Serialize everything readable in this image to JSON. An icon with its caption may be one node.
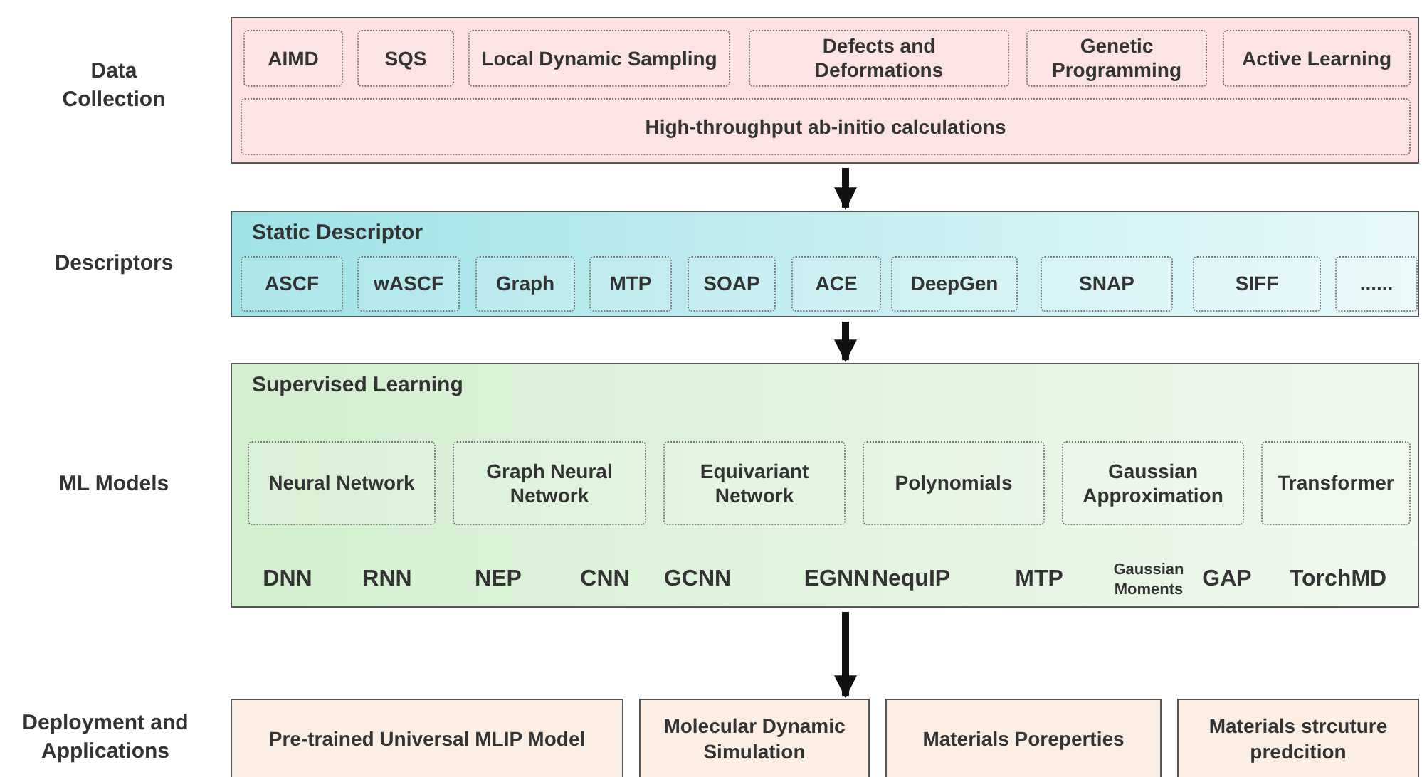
{
  "diagram": {
    "nodes": [
      {
        "text": [],
        "shape": "box"
      },
      {
        "text": [
          "AIMD"
        ],
        "in": 0
      },
      {
        "text": [
          "SQS"
        ],
        "in": 0
      },
      {
        "text": [
          "Local Dynamic Sampling"
        ],
        "in": 0
      },
      {
        "text": [
          "Defects and Deformations"
        ],
        "in": 0
      },
      {
        "text": [
          "Genetic Programming"
        ],
        "in": 0
      },
      {
        "text": [
          "Active Learning"
        ],
        "in": 0
      },
      {
        "text": [
          "High-throughput ab-initio calculations"
        ],
        "in": 0
      },
      {
        "text": [
          "Static Descriptor"
        ]
      },
      {
        "text": [
          "ASCF"
        ],
        "in": 8
      },
      {
        "text": [
          "wASCF"
        ],
        "in": 8
      },
      {
        "text": [
          "Graph"
        ],
        "in": 8
      },
      {
        "text": [
          "MTP"
        ],
        "in": 8
      },
      {
        "text": [
          "SOAP"
        ],
        "in": 8
      },
      {
        "text": [
          "ACE"
        ],
        "in": 8
      },
      {
        "text": [
          "DeepGen"
        ],
        "in": 8
      },
      {
        "text": [
          "SNAP"
        ],
        "in": 8
      },
      {
        "text": [
          "SIFF"
        ],
        "in": 8
      },
      {
        "text": [
          "......"
        ],
        "in": 8
      },
      {
        "text": [
          "Supervised Learning"
        ]
      },
      {
        "text": [
          "Neural Network"
        ],
        "in": 19
      },
      {
        "text": [
          "Graph Neural Network"
        ],
        "in": 19
      },
      {
        "text": [
          "Equivariant Network"
        ],
        "in": 19
      },
      {
        "text": [
          "Polynomials"
        ],
        "in": 19
      },
      {
        "text": [
          "Gaussian Approximation"
        ],
        "in": 19
      },
      {
        "text": [
          "Transformer"
        ],
        "in": 19
      },
      {
        "text": [
          "Pre-trained  Universal MLIP Model"
        ]
      },
      {
        "text": [
          "Molecular Dynamic Simulation"
        ]
      },
      {
        "text": [
          "Materials Poreperties"
        ]
      },
      {
        "text": [
          "Materials strcuture predcition"
        ]
      }
    ],
    "edges": [
      {
        "from": 0,
        "to": 8,
        "arrow": "to"
      },
      {
        "from": 8,
        "to": 19,
        "arrow": "to"
      },
      {
        "from": 19,
        "to": 27,
        "arrow": "to"
      }
    ],
    "labels": [
      "Data Collection",
      "Descriptors",
      "ML Models",
      "DNN",
      "RNN",
      "NEP",
      "CNN",
      "GCNN",
      "EGNN",
      "NequIP",
      "MTP",
      "Gaussian Moments",
      "GAP",
      "TorchMD",
      "Deployment and Applications"
    ]
  }
}
